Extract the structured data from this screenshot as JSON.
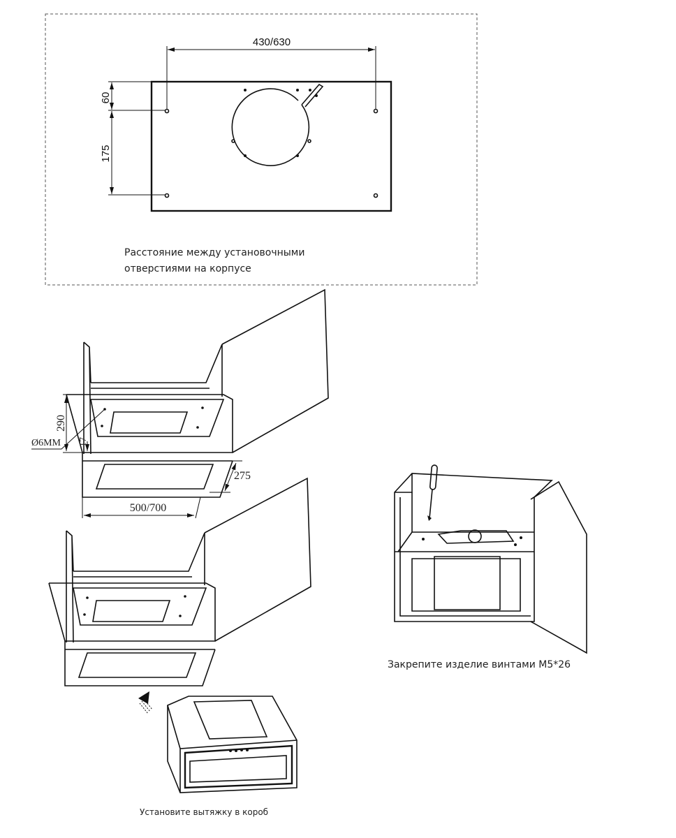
{
  "hole_layout": {
    "width_dimension": "430/630",
    "top_offset_dimension": "60",
    "hole_spacing_dimension": "175",
    "caption_line1": "Расстояние между установочными",
    "caption_line2": "отверстиями на корпусе"
  },
  "cabinet_dimensions": {
    "height": "290",
    "hole_diameter": "Ø6MM",
    "offset": "17",
    "depth": "275",
    "width": "500/700"
  },
  "install_step": {
    "caption": "Установите вытяжку в короб"
  },
  "fix_step": {
    "caption": "Закрепите изделие винтами М5*26"
  }
}
